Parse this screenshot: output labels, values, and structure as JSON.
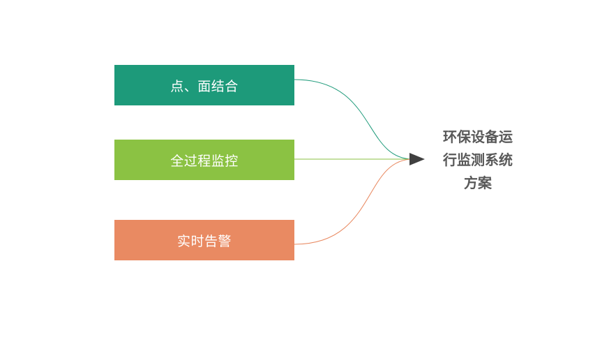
{
  "sources": [
    {
      "label": "点、面结合",
      "color": "#1d9a7a"
    },
    {
      "label": "全过程监控",
      "color": "#8bc243"
    },
    {
      "label": "实时告警",
      "color": "#e98a62"
    }
  ],
  "target": {
    "lines": [
      "环保设备运",
      "行监测系统",
      "方案"
    ]
  },
  "arrow_color": "#404040"
}
